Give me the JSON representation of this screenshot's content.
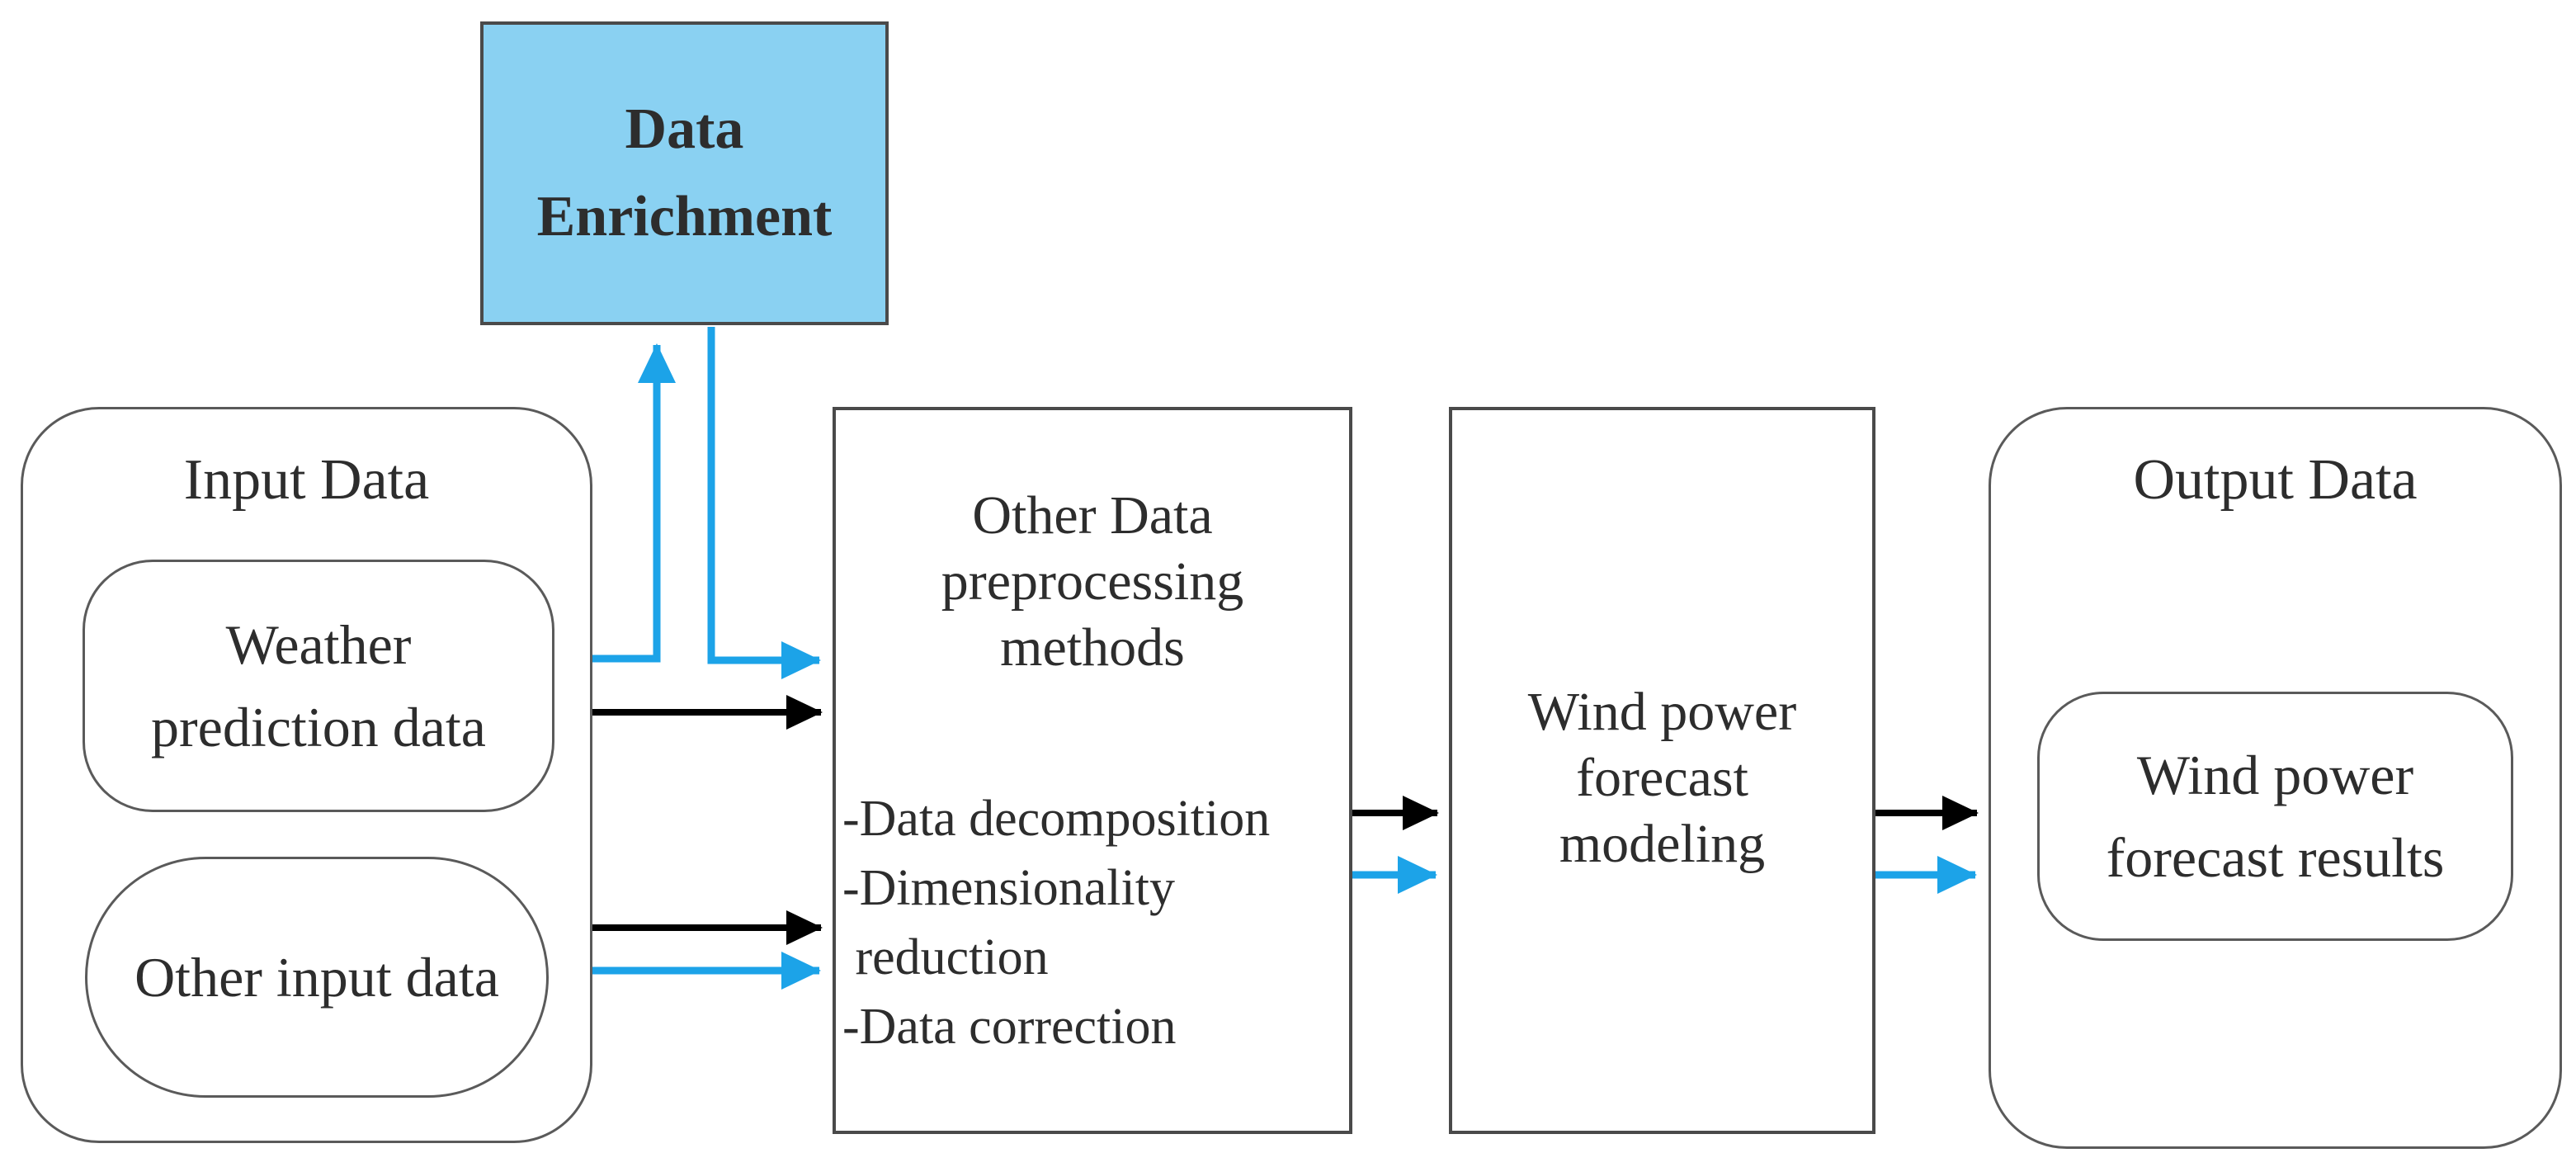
{
  "figure": {
    "description": "Wind power forecasting data flow diagram"
  },
  "colors": {
    "accent_blue": "#1CA3E8",
    "arrow_black": "#000000",
    "enrichment_fill": "#8AD1F2",
    "border_gray": "#5a5a5a",
    "text_dark": "#2d2d2d"
  },
  "enrichment": {
    "label": "Data\nEnrichment"
  },
  "input": {
    "title": "Input Data",
    "weather_label": "Weather\nprediction data",
    "other_label": "Other input data"
  },
  "preprocessing": {
    "heading": "Other Data\npreprocessing\nmethods",
    "items": [
      "-Data decomposition",
      "-Dimensionality",
      " reduction",
      "-Data correction"
    ]
  },
  "modeling": {
    "label": "Wind power\nforecast\nmodeling"
  },
  "output": {
    "title": "Output Data",
    "result_label": "Wind power\nforecast results"
  },
  "arrows": [
    {
      "from": "weather-prediction-data",
      "to": "data-enrichment",
      "color": "blue"
    },
    {
      "from": "data-enrichment",
      "to": "other-data-preprocessing-methods",
      "color": "blue"
    },
    {
      "from": "weather-prediction-data",
      "to": "other-data-preprocessing-methods",
      "color": "black"
    },
    {
      "from": "other-input-data",
      "to": "other-data-preprocessing-methods",
      "color": "black"
    },
    {
      "from": "other-input-data",
      "to": "other-data-preprocessing-methods",
      "color": "blue"
    },
    {
      "from": "other-data-preprocessing-methods",
      "to": "wind-power-forecast-modeling",
      "color": "black"
    },
    {
      "from": "other-data-preprocessing-methods",
      "to": "wind-power-forecast-modeling",
      "color": "blue"
    },
    {
      "from": "wind-power-forecast-modeling",
      "to": "output-data",
      "color": "black"
    },
    {
      "from": "wind-power-forecast-modeling",
      "to": "output-data",
      "color": "blue"
    }
  ]
}
